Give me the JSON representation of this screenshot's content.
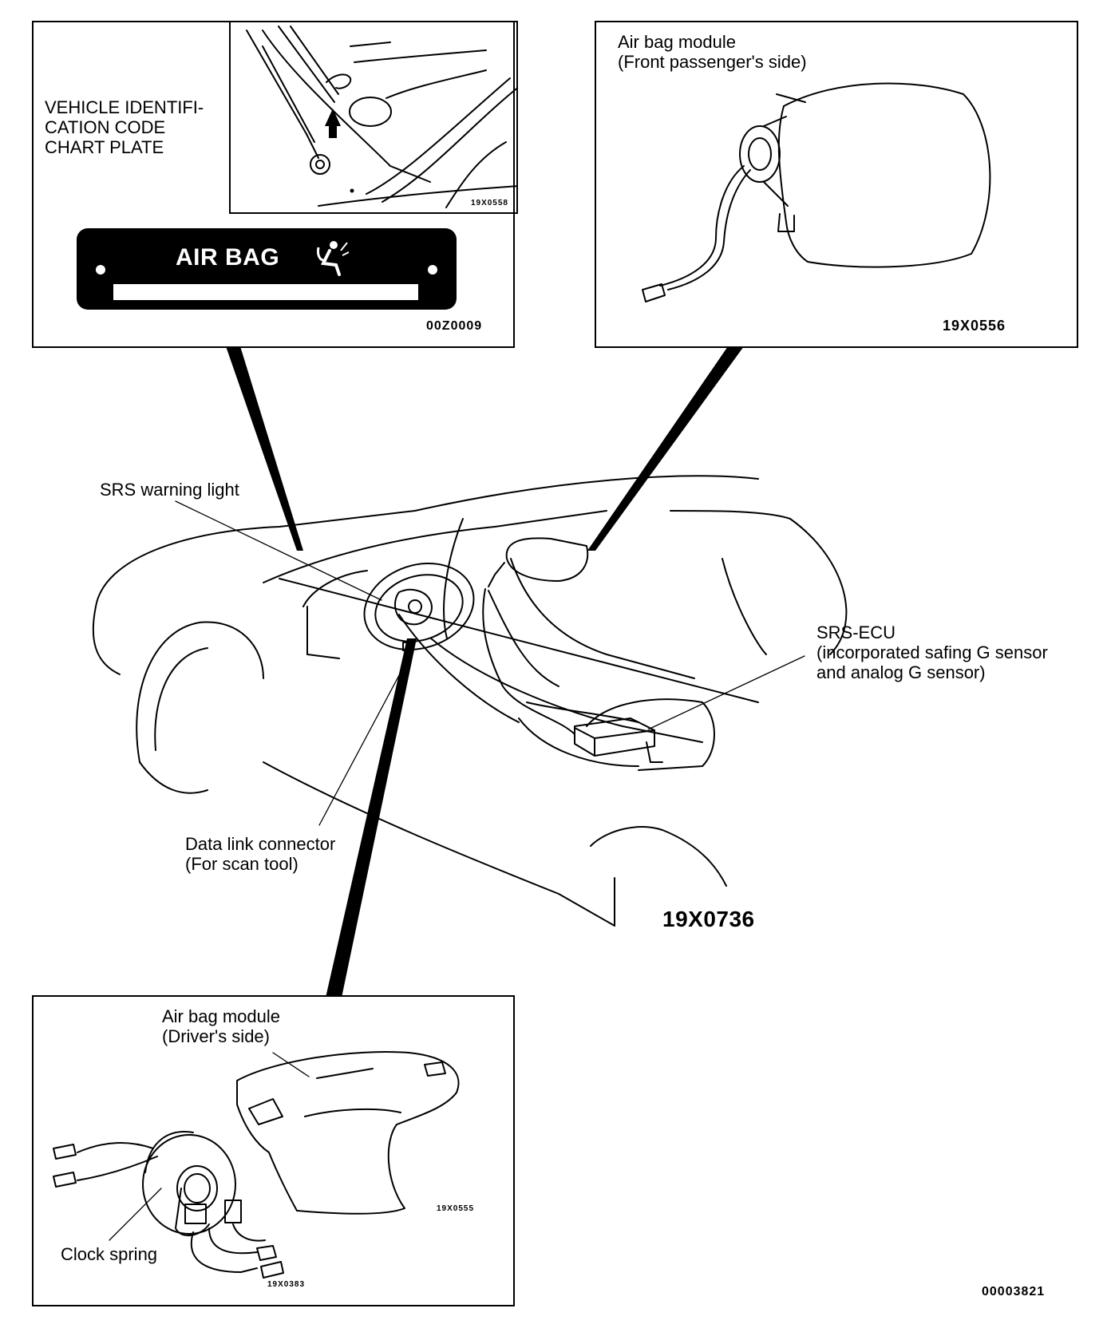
{
  "vehicle_plate_box": {
    "label_lines": [
      "VEHICLE IDENTIFI-",
      "CATION CODE",
      "CHART PLATE"
    ],
    "inset_code": "19X0558",
    "plate_text": "AIR BAG",
    "code": "00Z0009"
  },
  "passenger_box": {
    "label_lines": [
      "Air bag module",
      "(Front passenger's side)"
    ],
    "code": "19X0556"
  },
  "main_view": {
    "srs_warning_light": "SRS warning light",
    "srs_ecu_lines": [
      "SRS-ECU",
      "(incorporated safing G sensor",
      "and analog G sensor)"
    ],
    "data_link_lines": [
      "Data link connector",
      "(For scan tool)"
    ],
    "code": "19X0736"
  },
  "driver_box": {
    "label_lines": [
      "Air bag module",
      "(Driver's side)"
    ],
    "clock_spring": "Clock spring",
    "code_right": "19X0555",
    "code_bottom": "19X0383"
  },
  "page_code": "00003821"
}
